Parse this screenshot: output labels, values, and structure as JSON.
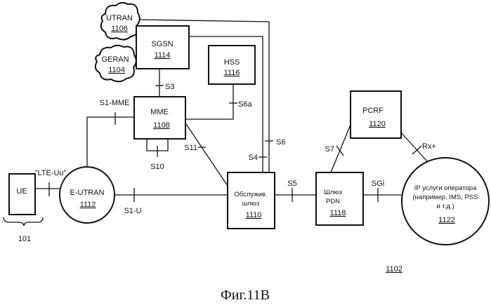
{
  "nodes": {
    "utran": {
      "name": "UTRAN",
      "ref": "1106"
    },
    "geran": {
      "name": "GERAN",
      "ref": "1104"
    },
    "sgsn": {
      "name": "SGSN",
      "ref": "1114"
    },
    "hss": {
      "name": "HSS",
      "ref": "1116"
    },
    "mme": {
      "name": "MME",
      "ref": "1108"
    },
    "ue": {
      "name": "UE",
      "ref": "101"
    },
    "eutran": {
      "name": "E-UTRAN",
      "ref": "1112"
    },
    "sgw": {
      "line1": "Обслужив.",
      "line2": "шлюз",
      "ref": "1110"
    },
    "pgw": {
      "line1": "Шлюз",
      "line2": "PDN",
      "ref": "1118"
    },
    "pcrf": {
      "name": "PCRF",
      "ref": "1120"
    },
    "ip": {
      "line1": "IP услуги оператора",
      "line2": "(например, IMS, PSS",
      "line3": "и т.д.)",
      "ref": "1122"
    }
  },
  "interfaces": {
    "s3": "S3",
    "s1mme": "S1-MME",
    "s6a": "S6a",
    "s10": "S10",
    "s11": "S11",
    "s6": "S6",
    "s4": "S4",
    "lteuu": "\"LTE-Uu\"",
    "s1u": "S1-U",
    "s5": "S5",
    "s7": "S7",
    "sgi": "SGi",
    "rx": "Rx+"
  },
  "system_ref": "1102",
  "caption": "Фиг.11B"
}
